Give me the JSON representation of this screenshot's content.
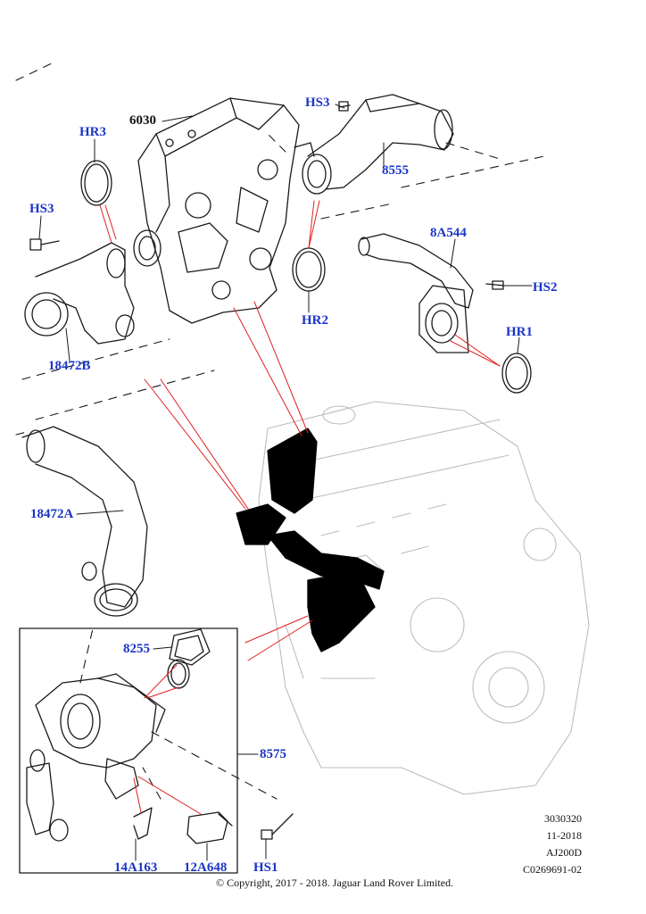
{
  "diagram": {
    "callouts": {
      "c6030": "6030",
      "c8555": "8555",
      "hs3_top": "HS3",
      "hr3": "HR3",
      "hs3_left": "HS3",
      "hr2": "HR2",
      "c8a544": "8A544",
      "hs2": "HS2",
      "hr1": "HR1",
      "c18472b": "18472B",
      "c18472a": "18472A",
      "c8255": "8255",
      "c8575": "8575",
      "c14a163": "14A163",
      "c12a648": "12A648",
      "hs1": "HS1"
    },
    "reference": {
      "line1": "3030320",
      "line2": "11-2018",
      "line3": "AJ200D",
      "line4": "C0269691-02"
    },
    "copyright": "© Copyright, 2017 - 2018. Jaguar Land Rover Limited."
  },
  "colors": {
    "callout_blue": "#1a35c8",
    "leader_red": "#e02020",
    "line_art": "#1a1a1a",
    "ghost_engine": "#bdbdbd",
    "highlight": "#000000"
  },
  "icons": [
    "thermostat-housing-icon",
    "coolant-hose-icon",
    "o-ring-seal-icon",
    "bolt-icon",
    "engine-block-icon",
    "sensor-icon",
    "clip-icon",
    "gasket-icon"
  ]
}
